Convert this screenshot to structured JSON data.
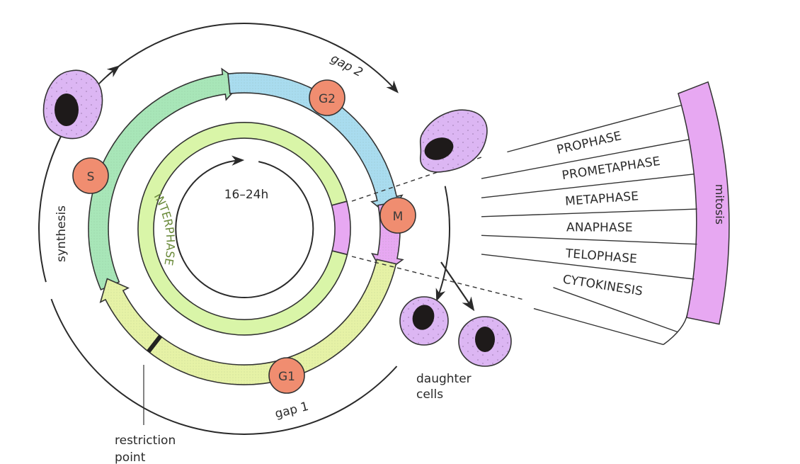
{
  "title": "Cell cycle",
  "colors": {
    "synthesis_band": "#a8e6b8",
    "gap2_band": "#a9dcef",
    "gap1_band": "#e6f2a6",
    "interphase_ring": "#d9f5a8",
    "mitosis": "#e7a8f2",
    "phase_badge": "#f08d70",
    "cell_body": "#dcb6f3",
    "nucleus": "#1e1a1a",
    "restriction_mark": "#222222"
  },
  "cycle": {
    "duration_label": "16–24h",
    "interphase_label": "INTERPHASE",
    "stages": [
      {
        "id": "S",
        "badge": "S",
        "label": "synthesis"
      },
      {
        "id": "G2",
        "badge": "G2",
        "label": "gap 2"
      },
      {
        "id": "M",
        "badge": "M",
        "label": "mitosis"
      },
      {
        "id": "G1",
        "badge": "G1",
        "label": "gap 1"
      }
    ],
    "restriction_point_label": "restriction point",
    "restriction_point_lines": [
      "restriction",
      "point"
    ],
    "daughter_cells_lines": [
      "daughter",
      "cells"
    ]
  },
  "mitosis_panel": {
    "title": "mitosis",
    "phases": [
      "PROPHASE",
      "PROMETAPHASE",
      "METAPHASE",
      "ANAPHASE",
      "TELOPHASE",
      "CYTOKINESIS"
    ]
  }
}
